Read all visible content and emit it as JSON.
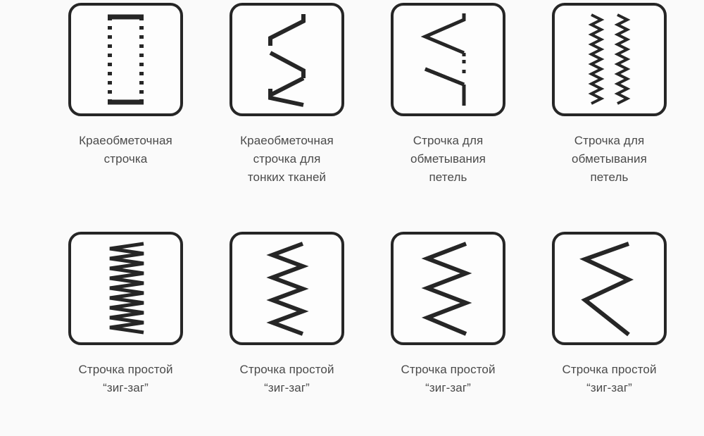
{
  "page": {
    "background_color": "#fafafa",
    "tile_border_color": "#262626",
    "stitch_color": "#262626",
    "caption_color": "#4a4a4a"
  },
  "items": [
    {
      "id": "overlock-stitch",
      "icon_name": "dashed-rectangle-stitch-icon",
      "caption": "Краеобметочная\nстрочка",
      "pattern": "dashed-rectangle"
    },
    {
      "id": "overlock-stitch-thin-fabrics",
      "icon_name": "dashed-zigzag-stitch-icon",
      "caption": "Краеобметочная\nстрочка для\nтонких тканей",
      "pattern": "dashed-zigzag"
    },
    {
      "id": "buttonhole-stitch-1",
      "icon_name": "wide-zigzag-dashed-stitch-icon",
      "caption": "Строчка для\nобметывания\nпетель",
      "pattern": "wide-zigzag-dashed"
    },
    {
      "id": "buttonhole-stitch-2",
      "icon_name": "double-dense-zigzag-stitch-icon",
      "caption": "Строчка для\nобметывания\nпетель",
      "pattern": "double-dense-zigzag"
    },
    {
      "id": "simple-zigzag-1",
      "icon_name": "dense-zigzag-stitch-icon",
      "caption": "Строчка простой\n“зиг-заг”",
      "pattern": "zigzag",
      "peaks": 18,
      "amplitude": 44
    },
    {
      "id": "simple-zigzag-2",
      "icon_name": "medium-zigzag-stitch-icon",
      "caption": "Строчка простой\n“зиг-заг”",
      "pattern": "zigzag",
      "peaks": 8,
      "amplitude": 36
    },
    {
      "id": "simple-zigzag-3",
      "icon_name": "loose-zigzag-stitch-icon",
      "caption": "Строчка простой\n“зиг-заг”",
      "pattern": "zigzag",
      "peaks": 6,
      "amplitude": 52
    },
    {
      "id": "simple-zigzag-4",
      "icon_name": "wide-zigzag-stitch-icon",
      "caption": "Строчка простой\n“зиг-заг”",
      "pattern": "zigzag",
      "peaks": 3,
      "amplitude": 60
    }
  ]
}
